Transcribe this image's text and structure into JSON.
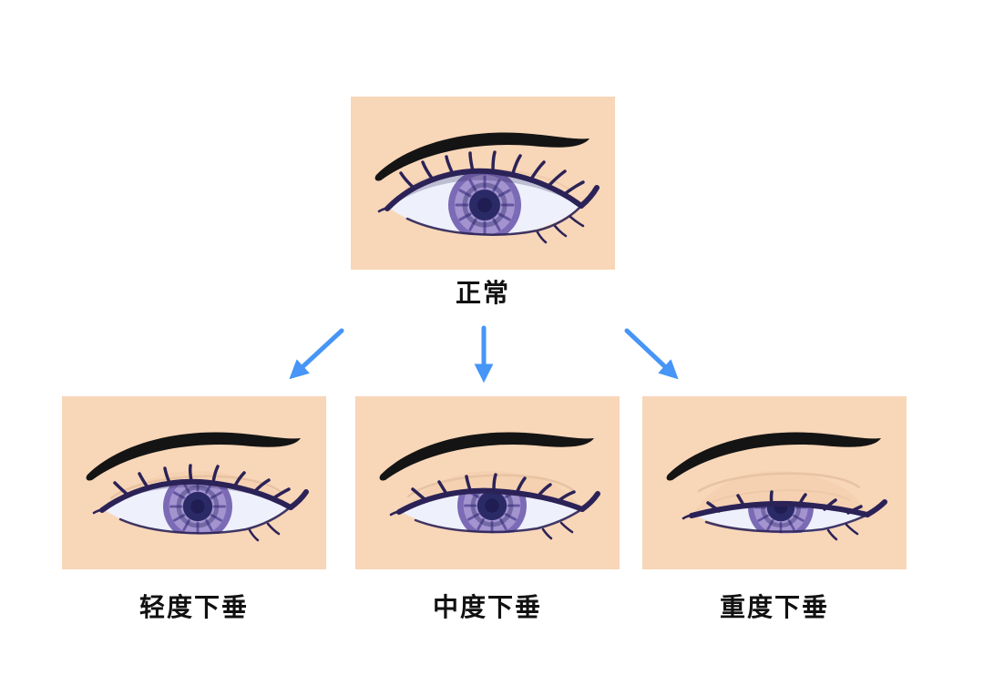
{
  "diagram": {
    "type": "tree",
    "root": {
      "id": "normal",
      "label": "正常"
    },
    "children": [
      {
        "id": "mild",
        "label": "轻度下垂"
      },
      {
        "id": "moderate",
        "label": "中度下垂"
      },
      {
        "id": "severe",
        "label": "重度下垂"
      }
    ],
    "edges": [
      {
        "from": "normal",
        "to": "mild"
      },
      {
        "from": "normal",
        "to": "moderate"
      },
      {
        "from": "normal",
        "to": "severe"
      }
    ]
  },
  "colors": {
    "background": "#ffffff",
    "skin": "#f8d6b8",
    "eyelid_shade": "#f3cdae",
    "crease": "#e7c3a3",
    "eyebrow": "#141414",
    "lash": "#2b2257",
    "sclera": "#eef0fb",
    "iris_outer": "#7b6ab5",
    "iris_mid": "#a393cf",
    "iris_inner": "#5d4f9b",
    "pupil": "#2a2a66",
    "pupil_dark": "#1f1d52",
    "arrow": "#4695f7",
    "label_text": "#111111"
  }
}
